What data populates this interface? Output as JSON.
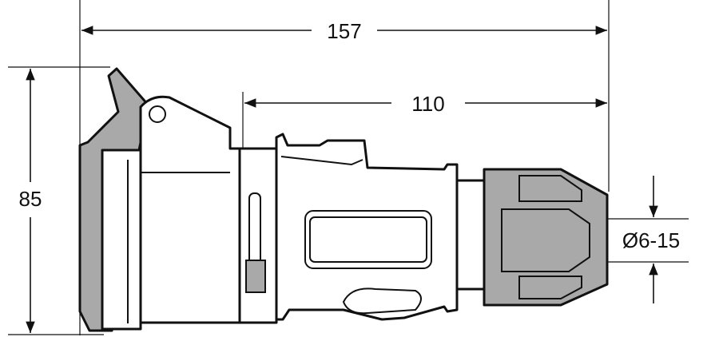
{
  "dimensions": {
    "overall_length": "157",
    "body_length": "110",
    "height": "85",
    "cable_diameter": "Ø6-15"
  },
  "colors": {
    "line": "#111111",
    "body_fill": "#ffffff",
    "grey_fill": "#a9a9a9"
  }
}
